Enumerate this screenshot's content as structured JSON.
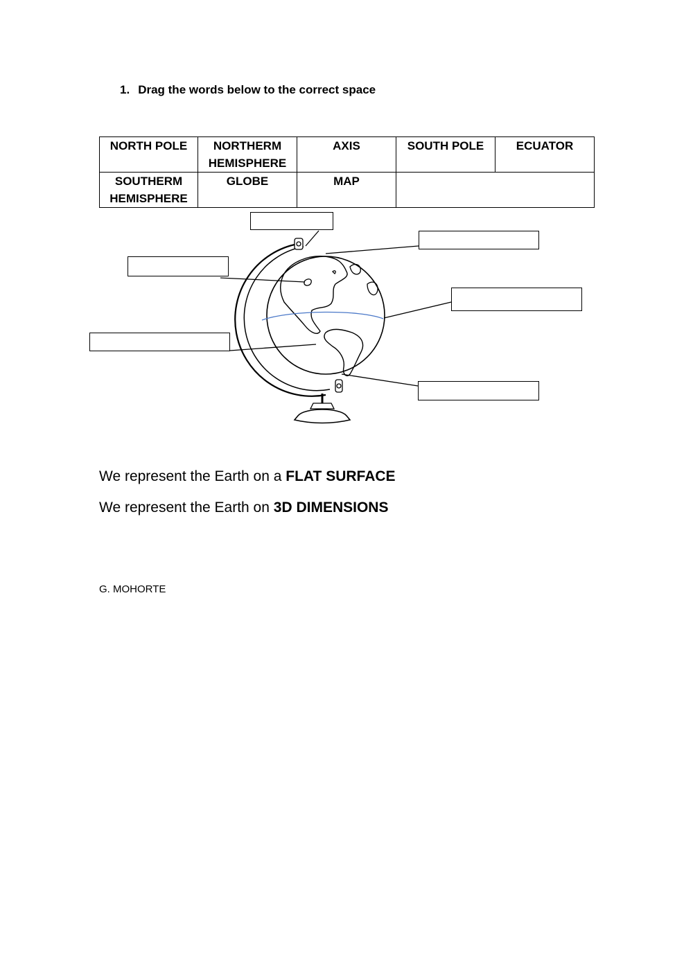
{
  "instruction": {
    "number": "1.",
    "text": "Drag the words below to the correct space"
  },
  "word_bank": {
    "row1": [
      "NORTH POLE",
      "NORTHERM HEMISPHERE",
      "AXIS",
      "SOUTH POLE",
      "ECUATOR"
    ],
    "row2": [
      "SOUTHERM HEMISPHERE",
      "GLOBE",
      "MAP",
      ""
    ]
  },
  "sentences": [
    {
      "prefix": "We represent the Earth on a ",
      "answer": "FLAT SURFACE"
    },
    {
      "prefix": "We represent the Earth on ",
      "answer": "3D DIMENSIONS"
    }
  ],
  "author": "G. MOHORTE",
  "colors": {
    "equator_line": "#4a78c8"
  }
}
